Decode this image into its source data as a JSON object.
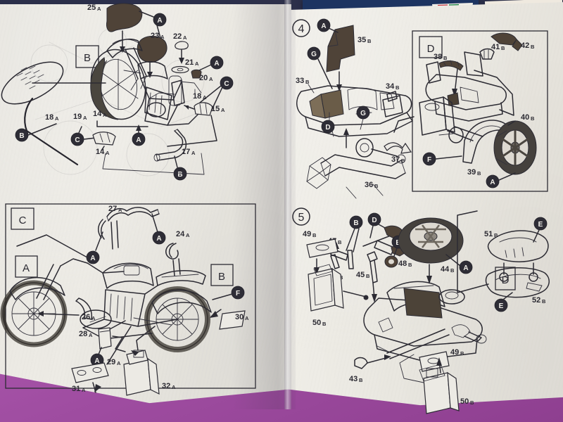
{
  "document": {
    "type": "model-kit-instruction-sheet",
    "subject": "motorcycle and sidecar assembly",
    "sheet_count": 2
  },
  "scene": {
    "desk_color": "#8d3f8e",
    "backdrop_color": "#2b2f4a",
    "blue_box_color": "#1d3461",
    "paper_color": "#e9e7e1",
    "ink_color": "#2c2b33",
    "shaded_part_color": "#4f4338"
  },
  "left_sheet": {
    "panel_b": {
      "box_letter": "B",
      "parts": [
        {
          "id": "25A",
          "num": "25",
          "suffix": "A"
        },
        {
          "id": "23A",
          "num": "23",
          "suffix": "A"
        },
        {
          "id": "22A",
          "num": "22",
          "suffix": "A"
        },
        {
          "id": "21A",
          "num": "21",
          "suffix": "A"
        },
        {
          "id": "20A",
          "num": "20",
          "suffix": "A"
        },
        {
          "id": "18A",
          "num": "18",
          "suffix": "A"
        },
        {
          "id": "15A",
          "num": "15",
          "suffix": "A"
        },
        {
          "id": "16A",
          "num": "16",
          "suffix": "A"
        },
        {
          "id": "18A_b",
          "num": "18",
          "suffix": "A"
        },
        {
          "id": "19A",
          "num": "19",
          "suffix": "A"
        },
        {
          "id": "14A",
          "num": "14",
          "suffix": "A"
        },
        {
          "id": "17A",
          "num": "17",
          "suffix": "A"
        }
      ],
      "callouts": [
        "A",
        "A",
        "C",
        "C",
        "B",
        "A",
        "B"
      ]
    },
    "panel_c": {
      "box_letters": [
        "C",
        "A",
        "B"
      ],
      "parts": [
        {
          "id": "27A",
          "num": "27",
          "suffix": "A"
        },
        {
          "id": "24A",
          "num": "24",
          "suffix": "A"
        },
        {
          "id": "26A",
          "num": "26",
          "suffix": "A"
        },
        {
          "id": "30A",
          "num": "30",
          "suffix": "A"
        },
        {
          "id": "28A",
          "num": "28",
          "suffix": "A"
        },
        {
          "id": "29A",
          "num": "29",
          "suffix": "A"
        },
        {
          "id": "31A",
          "num": "31",
          "suffix": "A"
        },
        {
          "id": "32A",
          "num": "32",
          "suffix": "A"
        }
      ],
      "callouts": [
        "A",
        "A",
        "A",
        "F"
      ]
    }
  },
  "right_sheet": {
    "step_4": {
      "step_number": "4",
      "parts": [
        {
          "id": "33B",
          "num": "33",
          "suffix": "B"
        },
        {
          "id": "34B",
          "num": "34",
          "suffix": "B"
        },
        {
          "id": "35B",
          "num": "35",
          "suffix": "B"
        },
        {
          "id": "36B",
          "num": "36",
          "suffix": "B"
        },
        {
          "id": "37B",
          "num": "37",
          "suffix": "B"
        }
      ],
      "callouts": [
        "A",
        "G",
        "D",
        "G"
      ],
      "box_d": {
        "box_letter": "D",
        "parts": [
          {
            "id": "38B",
            "num": "38",
            "suffix": "B"
          },
          {
            "id": "39B",
            "num": "39",
            "suffix": "B"
          },
          {
            "id": "40B",
            "num": "40",
            "suffix": "B"
          },
          {
            "id": "41B",
            "num": "41",
            "suffix": "B"
          },
          {
            "id": "42B",
            "num": "42",
            "suffix": "B"
          }
        ],
        "callouts": [
          "F",
          "A"
        ]
      }
    },
    "step_5": {
      "step_number": "5",
      "box_letter": "D",
      "parts": [
        {
          "id": "43B",
          "num": "43",
          "suffix": "B"
        },
        {
          "id": "44B",
          "num": "44",
          "suffix": "B"
        },
        {
          "id": "45B",
          "num": "45",
          "suffix": "B"
        },
        {
          "id": "46B",
          "num": "46",
          "suffix": "B"
        },
        {
          "id": "47B",
          "num": "47",
          "suffix": "B"
        },
        {
          "id": "48B",
          "num": "48",
          "suffix": "B"
        },
        {
          "id": "49B",
          "num": "49",
          "suffix": "B"
        },
        {
          "id": "49B_b",
          "num": "49",
          "suffix": "B"
        },
        {
          "id": "50B",
          "num": "50",
          "suffix": "B"
        },
        {
          "id": "50B_b",
          "num": "50",
          "suffix": "B"
        },
        {
          "id": "51B",
          "num": "51",
          "suffix": "B"
        },
        {
          "id": "52B",
          "num": "52",
          "suffix": "B"
        }
      ],
      "callouts": [
        "B",
        "D",
        "B",
        "A",
        "E",
        "E"
      ]
    }
  }
}
